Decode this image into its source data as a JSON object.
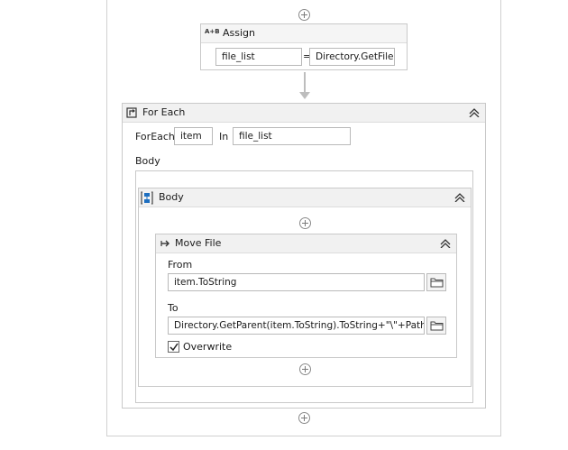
{
  "assign": {
    "title": "Assign",
    "icon_text": "A+B",
    "to": "file_list",
    "equals": "=",
    "value": "Directory.GetFiles(\""
  },
  "foreach": {
    "title": "For Each",
    "foreach_label": "ForEach",
    "item": "item",
    "in_label": "In",
    "collection": "file_list",
    "body_label": "Body"
  },
  "body": {
    "title": "Body"
  },
  "move_file": {
    "title": "Move File",
    "from_label": "From",
    "from_value": "item.ToString",
    "to_label": "To",
    "to_value": "Directory.GetParent(item.ToString).ToString+\"\\\"+Path.GetFile",
    "overwrite_label": "Overwrite",
    "overwrite_checked": true
  },
  "icons": {
    "add": "plus-circle-icon",
    "collapse": "double-chevron-up-icon",
    "folder": "folder-icon",
    "checkbox": "checkmark-icon"
  }
}
